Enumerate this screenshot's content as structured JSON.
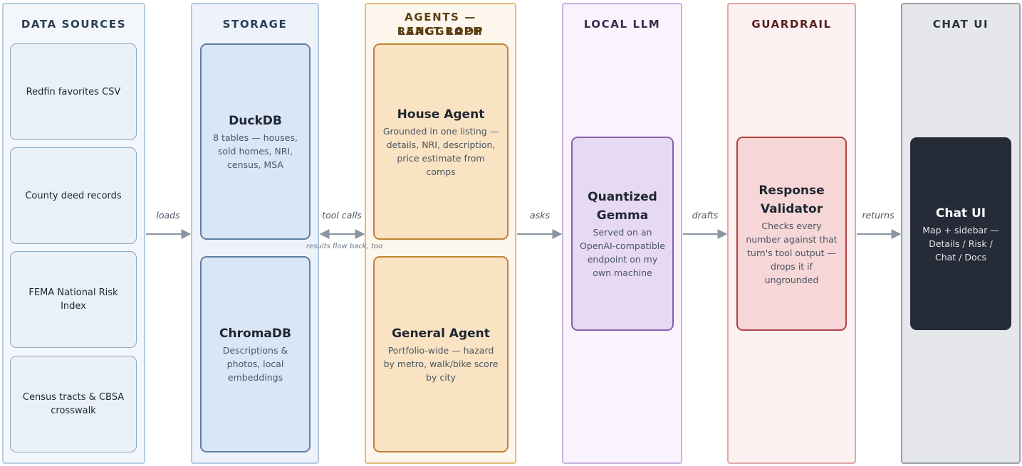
{
  "colors": {
    "data_sources": "#9fb8d0",
    "storage": "#a8c0dc",
    "agents": "#e6b877",
    "local_llm": "#c3a8d8",
    "guardrail": "#e2a0a0",
    "chat_ui": "#9aa0aa",
    "arrow": "#8a95a3",
    "chat_box": "#252b37"
  },
  "lanes": {
    "data_sources": {
      "title": "DATA SOURCES",
      "items": [
        "Redfin favorites CSV",
        "County deed records",
        "FEMA National Risk Index",
        "Census tracts & CBSA crosswalk"
      ]
    },
    "storage": {
      "title": "STORAGE",
      "duckdb": {
        "title": "DuckDB",
        "desc": "8 tables — houses, sold homes, NRI, census, MSA"
      },
      "chromadb": {
        "title": "ChromaDB",
        "desc": "Descriptions & photos, local embeddings"
      }
    },
    "agents": {
      "title_line1": "AGENTS — LANGGRAPH",
      "title_line2": "REACT LOOP",
      "house_agent": {
        "title": "House Agent",
        "desc": "Grounded in one listing — details, NRI, description, price estimate from comps"
      },
      "general_agent": {
        "title": "General Agent",
        "desc": "Portfolio-wide — hazard by metro, walk/bike score by city"
      }
    },
    "local_llm": {
      "title": "LOCAL LLM",
      "box": {
        "title": "Quantized Gemma",
        "desc": "Served on an OpenAI-compatible endpoint on my own machine"
      }
    },
    "guardrail": {
      "title": "GUARDRAIL",
      "box": {
        "title": "Response Validator",
        "desc": "Checks every number against that turn's tool output — drops it if ungrounded"
      }
    },
    "chat_ui": {
      "title": "CHAT UI",
      "box": {
        "title": "Chat UI",
        "desc": "Map + sidebar — Details / Risk / Chat / Docs"
      }
    }
  },
  "arrows": {
    "loads": "loads",
    "tool_calls": "tool calls",
    "tool_calls_note": "results flow back, too",
    "asks": "asks",
    "drafts": "drafts",
    "returns": "returns"
  }
}
